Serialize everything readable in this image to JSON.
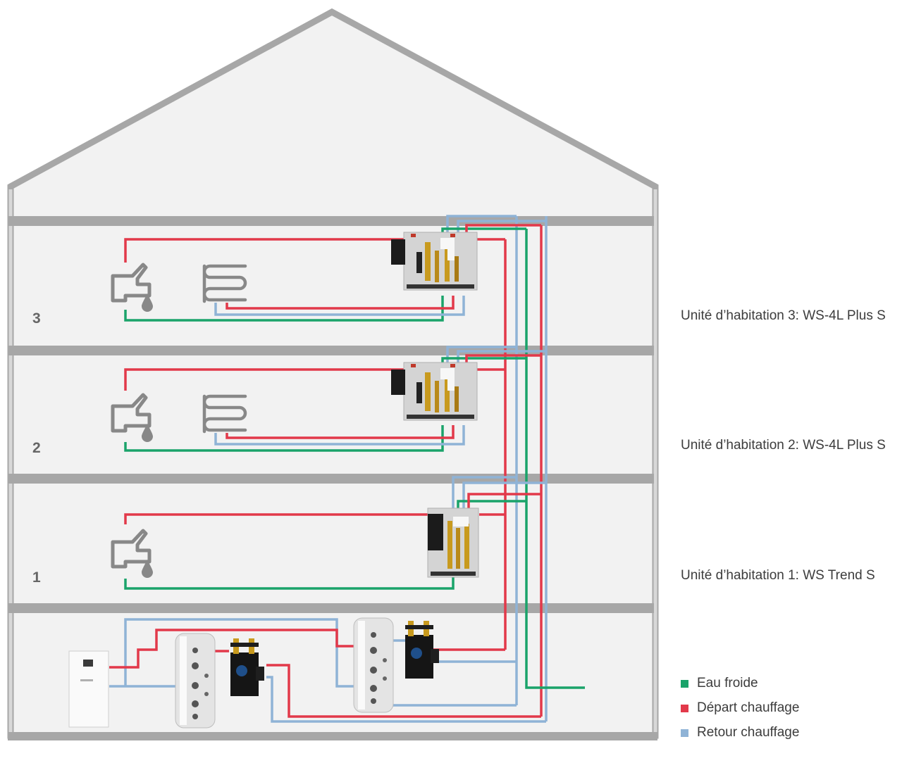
{
  "units": [
    {
      "number": "3",
      "label": "Unité d’habitation 3: WS-4L Plus S"
    },
    {
      "number": "2",
      "label": "Unité d’habitation 2: WS-4L Plus S"
    },
    {
      "number": "1",
      "label": "Unité d’habitation 1: WS Trend S"
    }
  ],
  "legend": [
    {
      "label": "Eau froide",
      "color": "#1aa36a"
    },
    {
      "label": "Départ chauffage",
      "color": "#e2394a"
    },
    {
      "label": "Retour chauffage",
      "color": "#8fb3d6"
    }
  ],
  "colors": {
    "house_fill": "#f2f2f2",
    "house_stroke": "#a7a7a7",
    "floor_slab": "#a7a7a7",
    "icon": "#888888",
    "cold": "#1aa36a",
    "supply": "#e2394a",
    "return": "#8fb3d6"
  },
  "icons": [
    "tap-icon",
    "water-drop-icon",
    "floor-heating-icon"
  ]
}
